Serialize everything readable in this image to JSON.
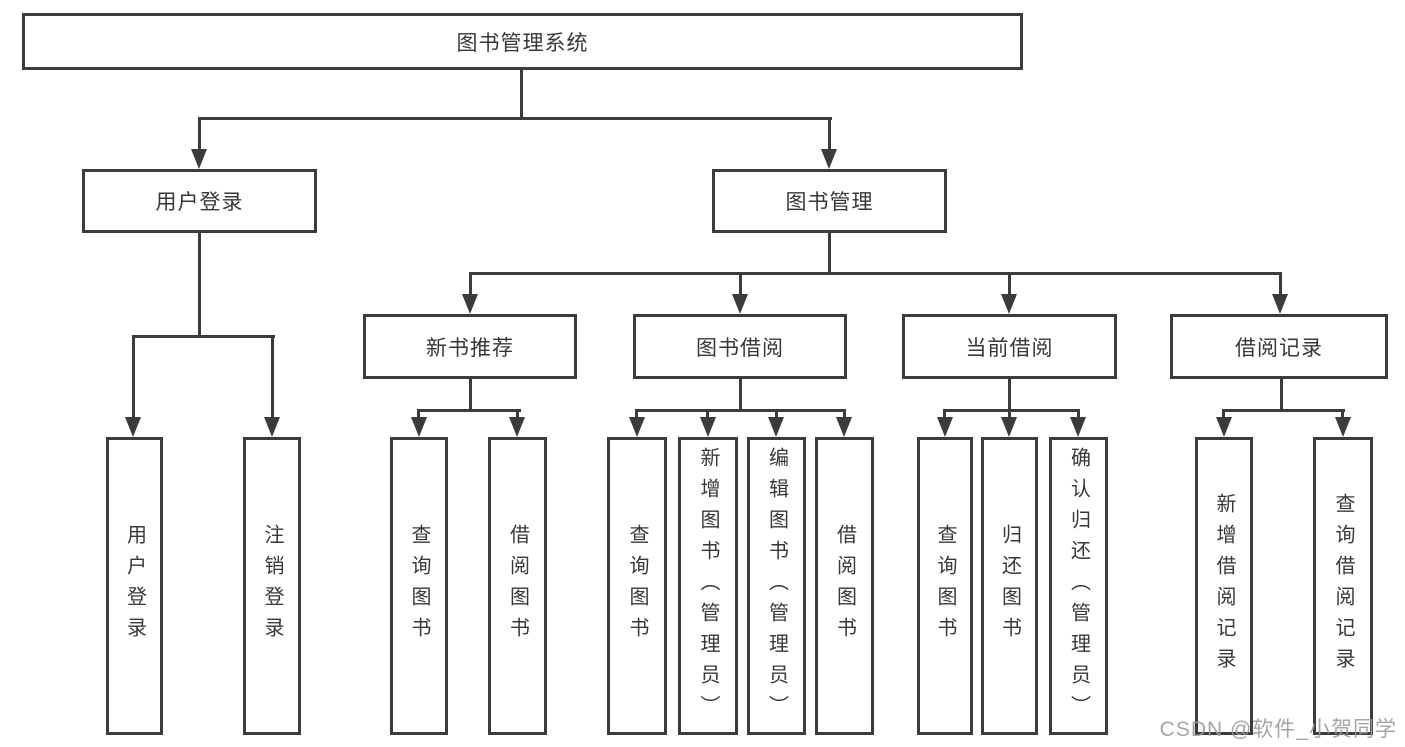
{
  "diagram": {
    "root_label": "图书管理系统",
    "level1": [
      {
        "label": "用户登录",
        "children": [
          "用户登录",
          "注销登录"
        ]
      },
      {
        "label": "图书管理"
      }
    ],
    "level2": [
      {
        "label": "新书推荐",
        "children": [
          "查询图书",
          "借阅图书"
        ]
      },
      {
        "label": "图书借阅",
        "children": [
          "查询图书",
          "新增图书（管理员）",
          "编辑图书（管理员）",
          "借阅图书"
        ]
      },
      {
        "label": "当前借阅",
        "children": [
          "查询图书",
          "归还图书",
          "确认归还（管理员）"
        ]
      },
      {
        "label": "借阅记录",
        "children": [
          "新增借阅记录",
          "查询借阅记录"
        ]
      }
    ],
    "watermark": "CSDN @软件_小贺同学",
    "colors": {
      "line": "#3b3b3b",
      "text": "#383838",
      "watermark": "#9c9c9c",
      "background": "#ffffff"
    }
  }
}
